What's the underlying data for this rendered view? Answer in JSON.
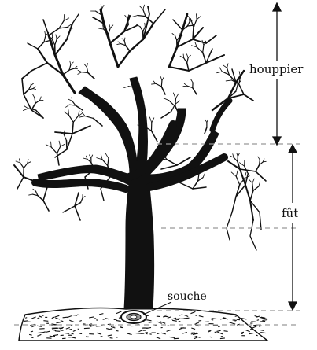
{
  "labels": {
    "crown": "houppier",
    "trunk": "fût",
    "stump": "souche"
  },
  "colors": {
    "ink": "#111111",
    "dash": "#999999",
    "background": "#ffffff"
  }
}
